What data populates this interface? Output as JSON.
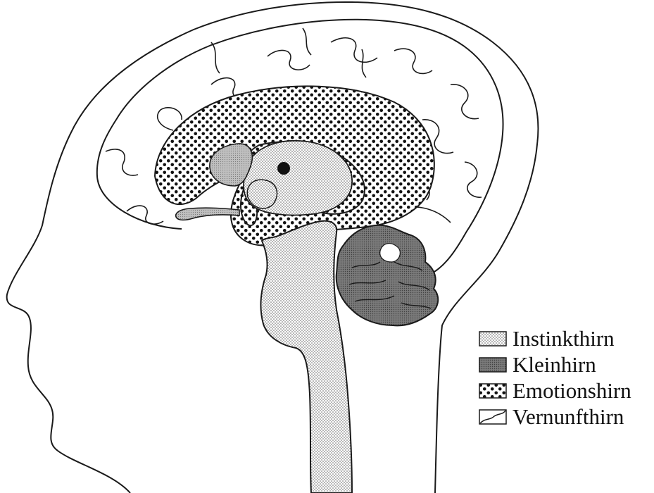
{
  "legend": {
    "items": [
      {
        "id": "instinkthirn",
        "label": "Instinkthirn",
        "pattern": "fine-dots"
      },
      {
        "id": "kleinhirn",
        "label": "Kleinhirn",
        "pattern": "dark-shading"
      },
      {
        "id": "emotionshirn",
        "label": "Emotionshirn",
        "pattern": "coarse-dots"
      },
      {
        "id": "vernunfthirn",
        "label": "Vernunfthirn",
        "pattern": "outline"
      }
    ]
  },
  "colors": {
    "line": "#1a1a1a",
    "background": "#ffffff",
    "kleinhirn_fill": "#6e6e6e"
  }
}
